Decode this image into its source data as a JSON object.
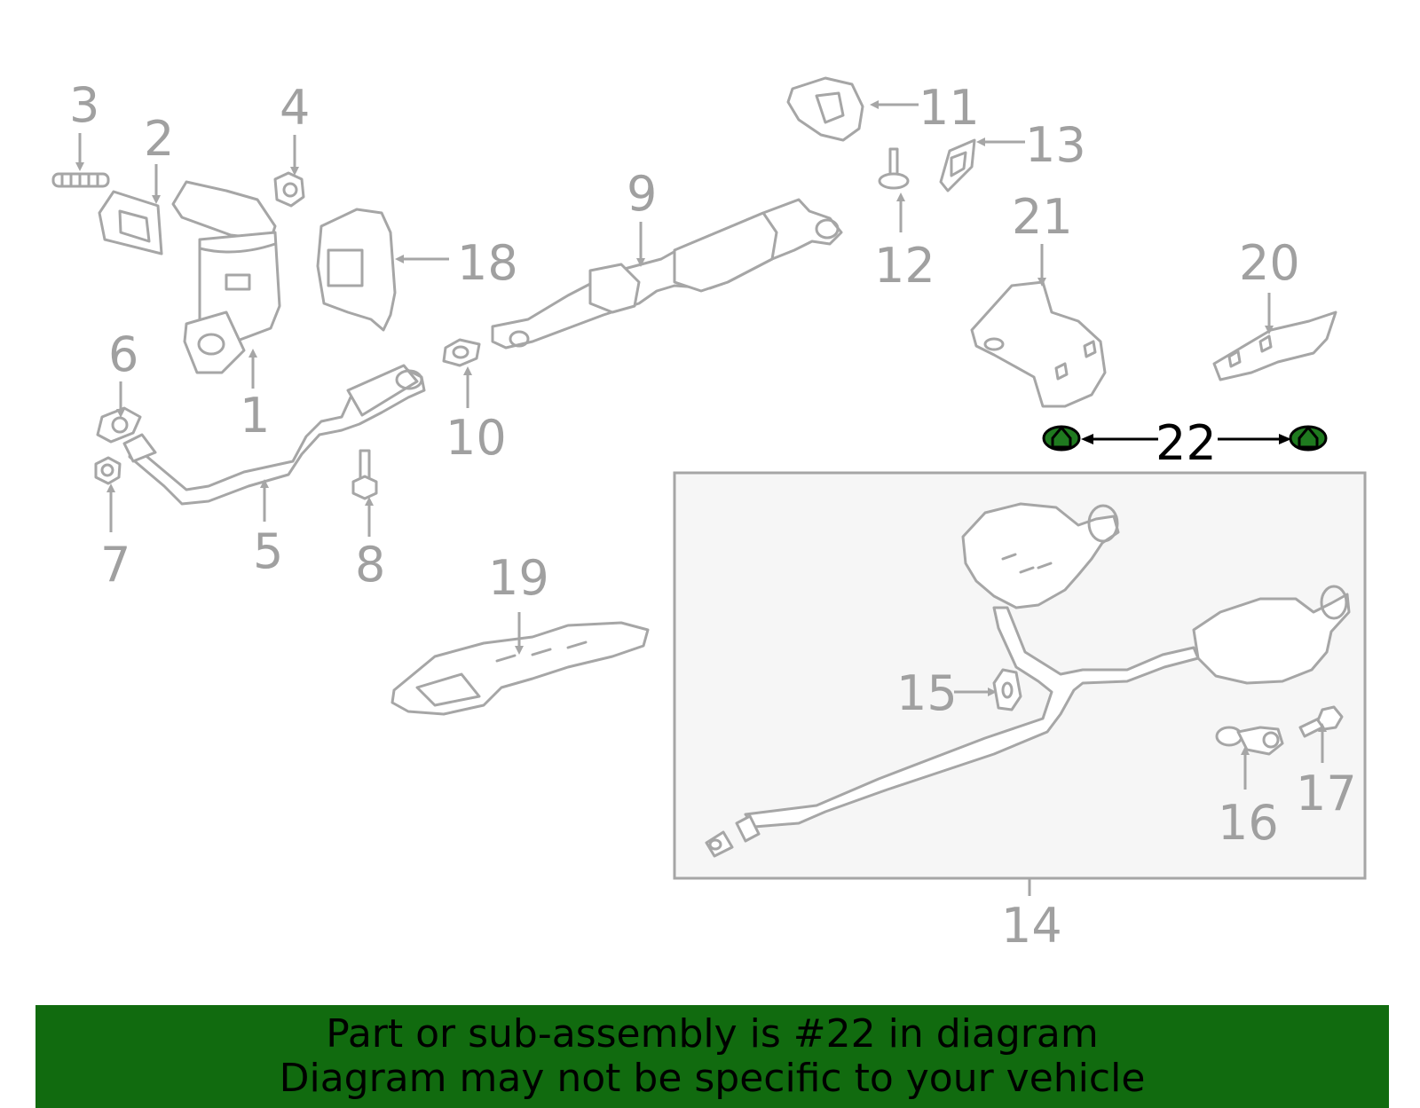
{
  "callouts": {
    "c1": "1",
    "c2": "2",
    "c3": "3",
    "c4": "4",
    "c5": "5",
    "c6": "6",
    "c7": "7",
    "c8": "8",
    "c9": "9",
    "c10": "10",
    "c11": "11",
    "c12": "12",
    "c13": "13",
    "c14": "14",
    "c15": "15",
    "c16": "16",
    "c17": "17",
    "c18": "18",
    "c19": "19",
    "c20": "20",
    "c21": "21",
    "c22": "22"
  },
  "highlight": {
    "part_number": "22",
    "color": "#1f7a1f"
  },
  "banner": {
    "line1": "Part or sub-assembly is #22 in diagram",
    "line2": "Diagram may not be specific to your vehicle",
    "background": "#116b0f"
  }
}
